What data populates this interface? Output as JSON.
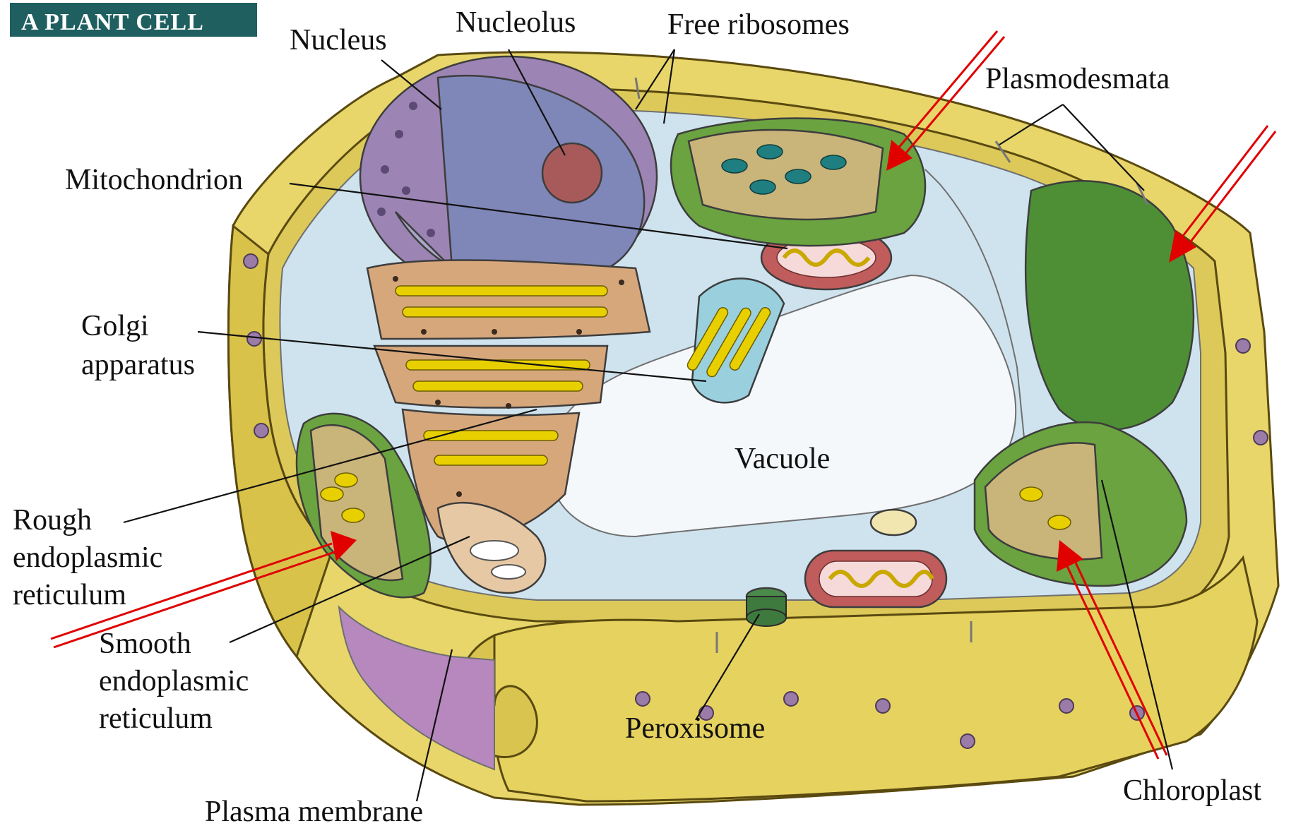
{
  "title": "A PLANT CELL",
  "labels": {
    "nucleus": "Nucleus",
    "nucleolus": "Nucleolus",
    "free_ribosomes": "Free ribosomes",
    "plasmodesmata": "Plasmodesmata",
    "mitochondrion": "Mitochondrion",
    "golgi_line1": "Golgi",
    "golgi_line2": "apparatus",
    "vacuole": "Vacuole",
    "rough_er_line1": "Rough",
    "rough_er_line2": "endoplasmic",
    "rough_er_line3": "reticulum",
    "smooth_er_line1": "Smooth",
    "smooth_er_line2": "endoplasmic",
    "smooth_er_line3": "reticulum",
    "peroxisome": "Peroxisome",
    "plasma_membrane": "Plasma membrane",
    "chloroplast": "Chloroplast"
  },
  "colors": {
    "title_bg": "#1f5f5f",
    "cell_wall": "#e8d66a",
    "cell_wall_dark": "#c9b43c",
    "cytoplasm": "#cfe3ee",
    "vacuole": "#f4f8fb",
    "nucleus": "#9c84b4",
    "nucleus_inner": "#7f86b8",
    "nucleolus": "#a85a5a",
    "golgi": "#d7a77c",
    "chloroplast": "#6aa33f",
    "mitochondrion": "#c05c5c",
    "plasma_membrane": "#a878b0",
    "arrow": "#e00000"
  }
}
